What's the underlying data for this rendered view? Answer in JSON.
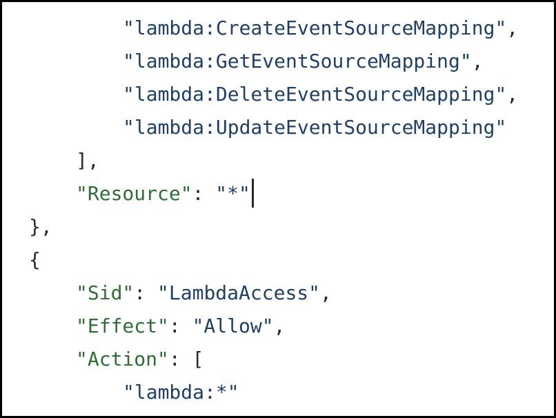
{
  "window": {
    "background": "#ffffff",
    "border_color": "#000000"
  },
  "colors": {
    "key": "#2d6e34",
    "string": "#1e4068",
    "punct": "#24292e",
    "cursor": "#24292e"
  },
  "code": {
    "language": "json",
    "lines": [
      {
        "indent": 2,
        "segments": [
          {
            "type": "string",
            "text": "\"lambda:CreateEventSourceMapping\""
          },
          {
            "type": "punct",
            "text": ","
          }
        ]
      },
      {
        "indent": 2,
        "segments": [
          {
            "type": "string",
            "text": "\"lambda:GetEventSourceMapping\""
          },
          {
            "type": "punct",
            "text": ","
          }
        ]
      },
      {
        "indent": 2,
        "segments": [
          {
            "type": "string",
            "text": "\"lambda:DeleteEventSourceMapping\""
          },
          {
            "type": "punct",
            "text": ","
          }
        ]
      },
      {
        "indent": 2,
        "segments": [
          {
            "type": "string",
            "text": "\"lambda:UpdateEventSourceMapping\""
          }
        ]
      },
      {
        "indent": 1,
        "segments": [
          {
            "type": "punct",
            "text": "],"
          }
        ]
      },
      {
        "indent": 1,
        "cursor": true,
        "segments": [
          {
            "type": "key",
            "text": "\"Resource\""
          },
          {
            "type": "punct",
            "text": ": "
          },
          {
            "type": "string",
            "text": "\"*\""
          }
        ]
      },
      {
        "indent": 0,
        "segments": [
          {
            "type": "punct",
            "text": "},"
          }
        ]
      },
      {
        "indent": 0,
        "segments": [
          {
            "type": "punct",
            "text": "{"
          }
        ]
      },
      {
        "indent": 1,
        "segments": [
          {
            "type": "key",
            "text": "\"Sid\""
          },
          {
            "type": "punct",
            "text": ": "
          },
          {
            "type": "string",
            "text": "\"LambdaAccess\""
          },
          {
            "type": "punct",
            "text": ","
          }
        ]
      },
      {
        "indent": 1,
        "segments": [
          {
            "type": "key",
            "text": "\"Effect\""
          },
          {
            "type": "punct",
            "text": ": "
          },
          {
            "type": "string",
            "text": "\"Allow\""
          },
          {
            "type": "punct",
            "text": ","
          }
        ]
      },
      {
        "indent": 1,
        "segments": [
          {
            "type": "key",
            "text": "\"Action\""
          },
          {
            "type": "punct",
            "text": ": ["
          }
        ]
      },
      {
        "indent": 2,
        "segments": [
          {
            "type": "string",
            "text": "\"lambda:*\""
          }
        ]
      }
    ]
  }
}
